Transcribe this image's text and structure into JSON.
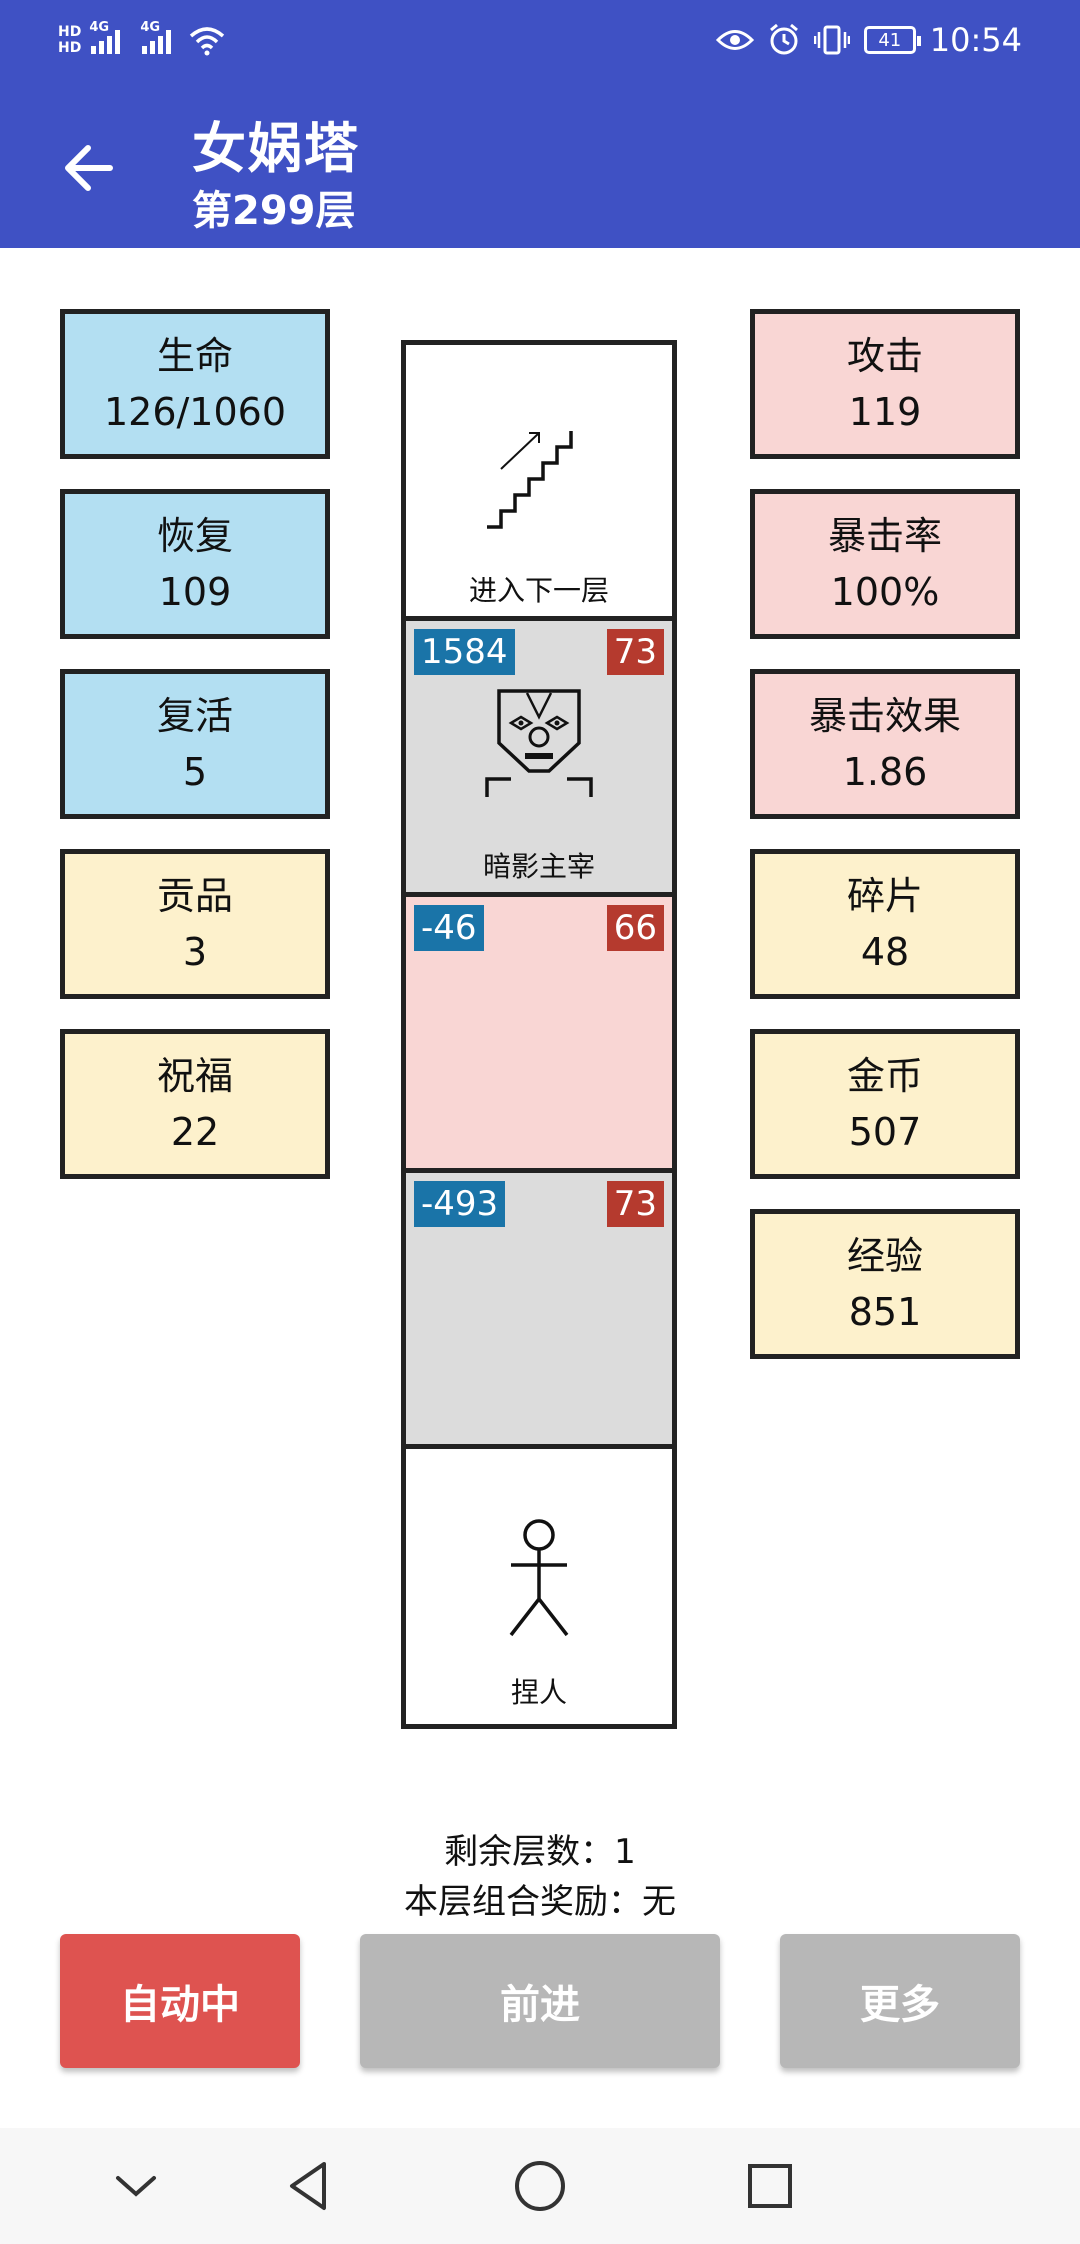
{
  "status": {
    "time": "10:54",
    "battery": "41",
    "hd1": "HD",
    "hd2": "HD",
    "net1": "4G",
    "net2": "4G"
  },
  "appbar": {
    "title": "女娲塔",
    "subtitle": "第299层"
  },
  "left_stats": [
    {
      "label": "生命",
      "value": "126/1060",
      "color": "blue"
    },
    {
      "label": "恢复",
      "value": "109",
      "color": "blue"
    },
    {
      "label": "复活",
      "value": "5",
      "color": "blue"
    },
    {
      "label": "贡品",
      "value": "3",
      "color": "yellow"
    },
    {
      "label": "祝福",
      "value": "22",
      "color": "yellow"
    }
  ],
  "right_stats": [
    {
      "label": "攻击",
      "value": "119",
      "color": "pink"
    },
    {
      "label": "暴击率",
      "value": "100%",
      "color": "pink"
    },
    {
      "label": "暴击效果",
      "value": "1.86",
      "color": "pink"
    },
    {
      "label": "碎片",
      "value": "48",
      "color": "yellow"
    },
    {
      "label": "金币",
      "value": "507",
      "color": "yellow"
    },
    {
      "label": "经验",
      "value": "851",
      "color": "yellow"
    }
  ],
  "tower": {
    "stairs_caption": "进入下一层",
    "boss": {
      "left": "1584",
      "right": "73",
      "caption": "暗影主宰"
    },
    "cell3": {
      "left": "-46",
      "right": "66"
    },
    "cell4": {
      "left": "-493",
      "right": "73"
    },
    "player_caption": "捏人"
  },
  "info": {
    "remaining": "剩余层数：1",
    "bonus": "本层组合奖励：无"
  },
  "buttons": {
    "auto": "自动中",
    "forward": "前进",
    "more": "更多"
  },
  "colors": {
    "appbar": "#3f51c4",
    "auto_button": "#de5350",
    "disabled_button": "#b7b7b7",
    "hp_badge": "#1a74a8",
    "atk_badge": "#b53a2e"
  }
}
